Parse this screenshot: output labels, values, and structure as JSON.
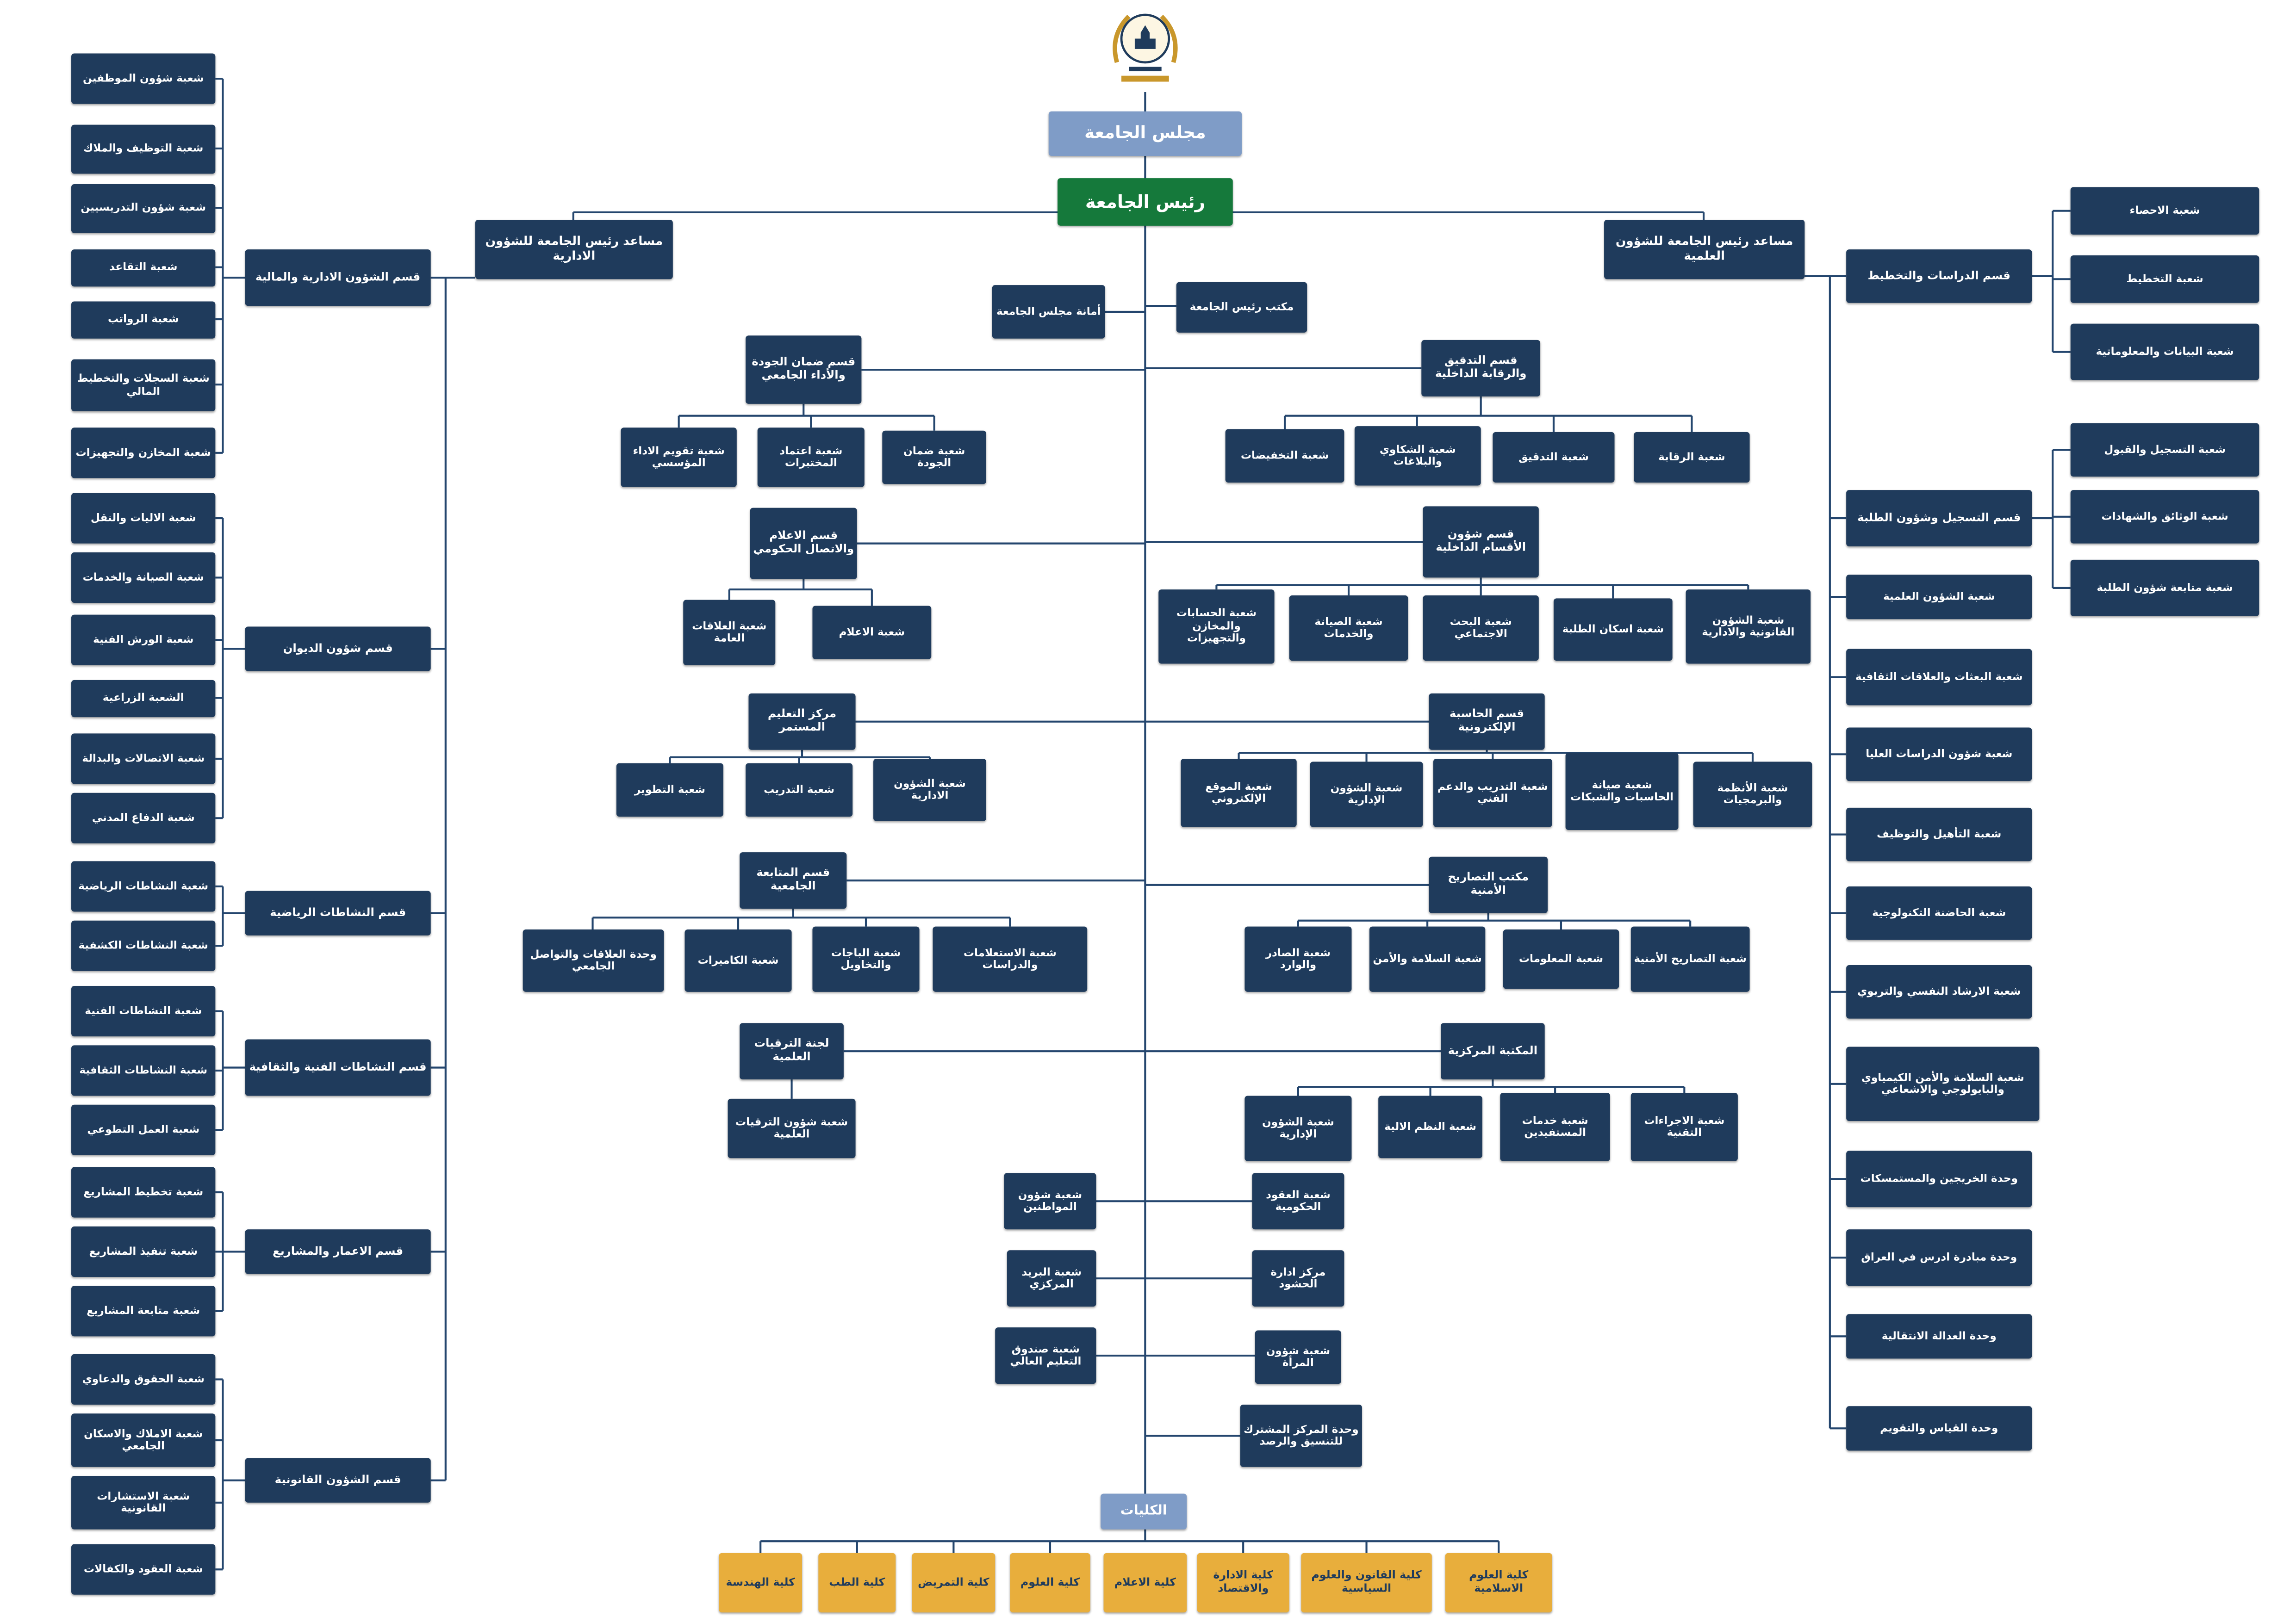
{
  "colors": {
    "node_navy": "#1f3b5c",
    "header_blue": "#7f9cc7",
    "president_green": "#15793b",
    "college_gold": "#e8ae3c",
    "line": "#24466e"
  },
  "top": {
    "logo_name": "university-emblem",
    "council": "مجلس الجامعة",
    "president": "رئيس الجامعة",
    "admin_assistant": "مساعد رئيس الجامعة للشؤون الادارية",
    "science_assistant": "مساعد رئيس الجامعة للشؤون العلمية",
    "council_secretariat": "أمانة مجلس الجامعة",
    "president_office": "مكتب رئيس الجامعة"
  },
  "left_departments": [
    {
      "label": "قسم الشؤون الادارية والمالية",
      "children": [
        "شعبة شؤون الموظفين",
        "شعبة التوظيف والملاك",
        "شعبة شؤون التدريسيين",
        "شعبة التقاعد",
        "شعبة الرواتب",
        "شعبة السجلات والتخطيط المالي",
        "شعبة المخازن والتجهيزات"
      ]
    },
    {
      "label": "قسم شؤون الديوان",
      "children": [
        "شعبة الاليات والنقل",
        "شعبة الصيانة والخدمات",
        "شعبة الورش الفنية",
        "الشعبة الزراعية",
        "شعبة الاتصالات والبدالة",
        "شعبة الدفاع المدني"
      ]
    },
    {
      "label": "قسم النشاطات الرياضية",
      "children": [
        "شعبة النشاطات الرياضية",
        "شعبة النشاطات الكشفية"
      ]
    },
    {
      "label": "قسم النشاطات الفنية والثقافية",
      "children": [
        "شعبة النشاطات الفنية",
        "شعبة النشاطات الثقافية",
        "شعبة العمل التطوعي"
      ]
    },
    {
      "label": "قسم الاعمار والمشاريع",
      "children": [
        "شعبة تخطيط المشاريع",
        "شعبة تنفيذ المشاريع",
        "شعبة متابعة المشاريع"
      ]
    },
    {
      "label": "قسم الشؤون القانونية",
      "children": [
        "شعبة الحقوق والدعاوي",
        "شعبة الاملاك والاسكان الجامعي",
        "شعبة الاستشارات القانونية",
        "شعبة العقود والكفالات"
      ]
    }
  ],
  "mid_left_departments": [
    {
      "label": "قسم ضمان الجودة والأداء الجامعي",
      "children": [
        "شعبة تقويم الاداء المؤسسي",
        "شعبة اعتماد المختبرات",
        "شعبة ضمان الجودة"
      ]
    },
    {
      "label": "قسم الاعلام والاتصال الحكومي",
      "children": [
        "شعبة العلاقات العامة",
        "شعبة الاعلام"
      ]
    },
    {
      "label": "مركز التعليم المستمر",
      "children": [
        "شعبة التطوير",
        "شعبة التدريب",
        "شعبة الشؤون الادارية"
      ]
    },
    {
      "label": "قسم المتابعة الجامعية",
      "children": [
        "وحدة العلاقات والتواصل الجامعي",
        "شعبة الكاميرات",
        "شعبة الباجات والتخاويل",
        "شعبة الاستعلامات والدراسات"
      ]
    },
    {
      "label": "لجنة الترقيات العلمية",
      "children": [
        "شعبة شؤون الترقيات العلمية"
      ]
    }
  ],
  "mid_right_departments": [
    {
      "label": "قسم التدقيق والرقابة الداخلية",
      "children": [
        "شعبة التخفيضات",
        "شعبة الشكاوي والبلاغات",
        "شعبة التدقيق",
        "شعبة الرقابة"
      ]
    },
    {
      "label": "قسم شؤون الأقسام الداخلية",
      "children": [
        "شعبة الحسابات والمخازن والتجهيزات",
        "شعبة الصيانة والخدمات",
        "شعبة البحث الاجتماعي",
        "شعبة اسكان الطلبة",
        "شعبة الشؤون القانونية والادارية"
      ]
    },
    {
      "label": "قسم الحاسبة الإلكترونية",
      "children": [
        "شعبة الموقع الإلكتروني",
        "شعبة الشؤون الإدارية",
        "شعبة التدريب والدعم الفني",
        "شعبة صيانة الحاسبات والشبكات",
        "شعبة الأنظمة والبرمجيات"
      ]
    },
    {
      "label": "مكتب التصاريح الأمنية",
      "children": [
        "شعبة الصادر والوارد",
        "شعبة السلامة والأمن",
        "شعبة المعلومات",
        "شعبة التصاريح الأمنية"
      ]
    },
    {
      "label": "المكتبة المركزية",
      "children": [
        "شعبة الشؤون الإدارية",
        "شعبة النظم الالية",
        "شعبة خدمات المستفيدين",
        "شعبة الاجراءات التقنية"
      ]
    }
  ],
  "center_units": {
    "rows": [
      {
        "left": "شعبة شؤون المواطنين",
        "right": "شعبة العقود الحكومية"
      },
      {
        "left": "شعبة البريد المركزي",
        "right": "مركز ادارة الحشود"
      },
      {
        "left": "شعبة صندوق التعليم العالي",
        "right": "شعبة شؤون المرأة"
      },
      {
        "right": "وحدة المركز المشترك للتنسيق والرصد"
      }
    ]
  },
  "right_departments": [
    {
      "label": "قسم الدراسات والتخطيط",
      "children": [
        "شعبة الاحصاء",
        "شعبة التخطيط",
        "شعبة البيانات والمعلوماتية"
      ]
    },
    {
      "label": "قسم التسجيل وشؤون الطلبة",
      "children": [
        "شعبة التسجيل والقبول",
        "شعبة الوثائق والشهادات",
        "شعبة متابعة شؤون الطلبة"
      ]
    }
  ],
  "right_divisions": [
    "شعبة الشؤون العلمية",
    "شعبة البعثات والعلاقات الثقافية",
    "شعبة شؤون الدراسات العليا",
    "شعبة التأهيل والتوظيف",
    "شعبة الحاضنة التكنولوجية",
    "شعبة الارشاد النفسي والتربوي",
    "شعبة السلامة والأمن الكيمياوي والبايولوجي والاشعاعي",
    "وحدة الخريجين والمستمسكات",
    "وحدة مبادرة ادرس في العراق",
    "وحدة العدالة الانتقالية",
    "وحدة القياس والتقويم"
  ],
  "colleges": {
    "header": "الكليات",
    "items": [
      "كلية الهندسة",
      "كلية الطب",
      "كلية التمريض",
      "كلية العلوم",
      "كلية الاعلام",
      "كلية الادارة والاقتصاد",
      "كلية القانون والعلوم السياسية",
      "كلية العلوم الاسلامية"
    ]
  }
}
